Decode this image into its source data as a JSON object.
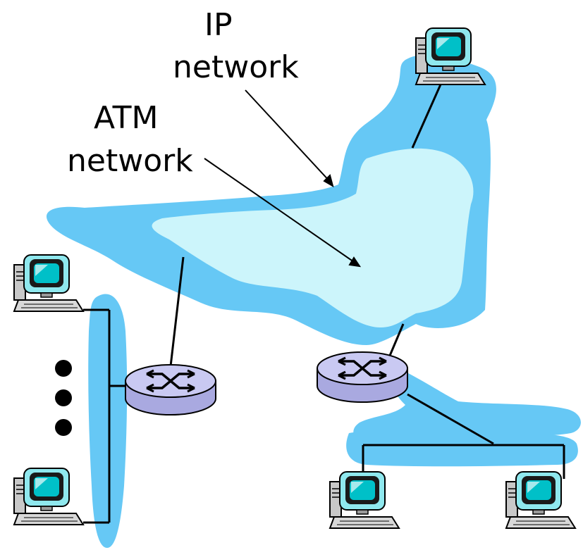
{
  "labels": {
    "ip_line1": "IP",
    "ip_line2": "network",
    "atm_line1": "ATM",
    "atm_line2": "network"
  },
  "colors": {
    "ip_cloud": "#66c8f5",
    "atm_cloud": "#ccf5fb",
    "router_top": "#c9c9f2",
    "router_side": "#a9a9e0",
    "monitor_screen": "#00c0c8"
  },
  "icons": {
    "host": "desktop-computer-icon",
    "router": "router-icon"
  }
}
